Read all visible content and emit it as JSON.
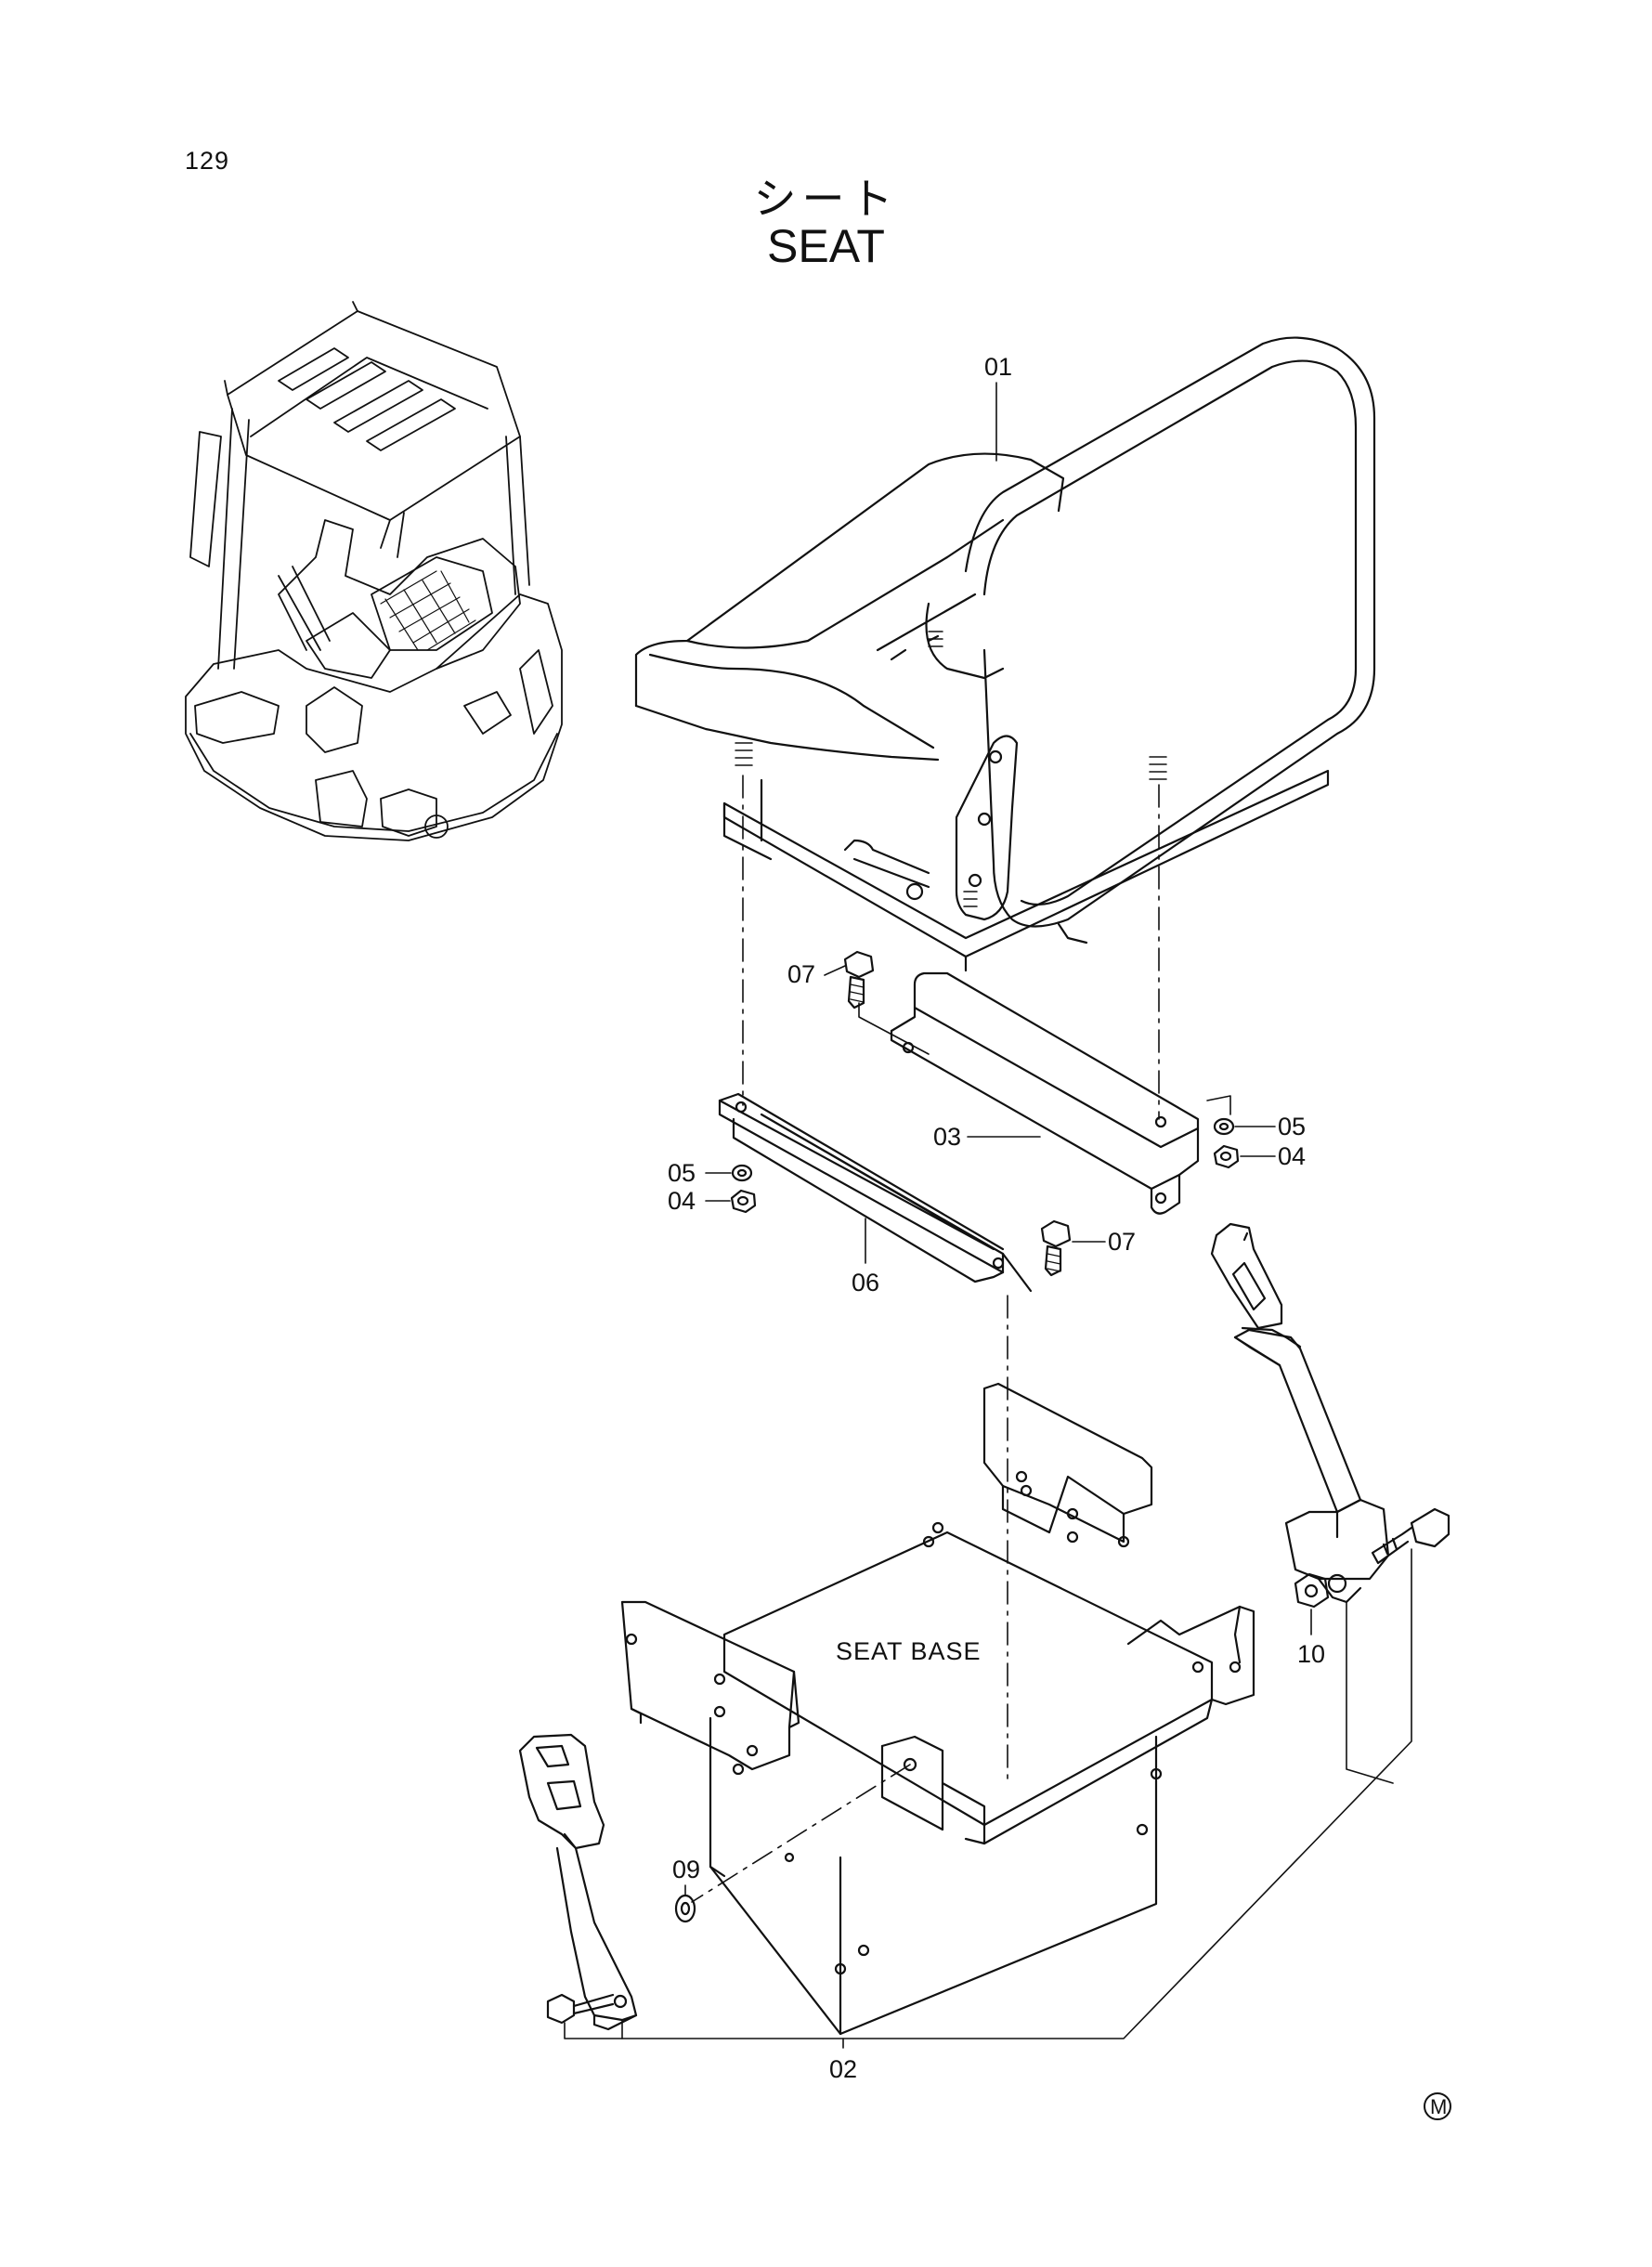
{
  "page": {
    "number": "129",
    "title_jp": "シート",
    "title_en": "SEAT"
  },
  "diagram": {
    "seat_base_label": "SEAT BASE",
    "callouts": {
      "c01": "01",
      "c02": "02",
      "c03": "03",
      "c04a": "04",
      "c04b": "04",
      "c05a": "05",
      "c05b": "05",
      "c06": "06",
      "c07a": "07",
      "c07b": "07",
      "c09": "09",
      "c10": "10"
    },
    "marker": "M"
  }
}
